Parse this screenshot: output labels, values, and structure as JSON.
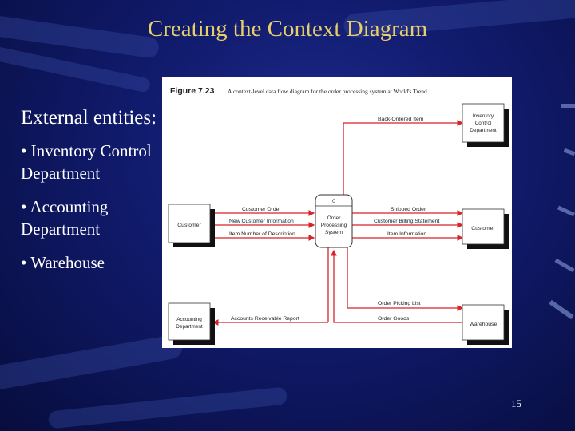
{
  "slide": {
    "title": "Creating the Context Diagram",
    "page_number": "15"
  },
  "bullets": {
    "heading": "External entities:",
    "items": [
      "• Inventory Control Department",
      "• Accounting Department",
      "• Warehouse"
    ]
  },
  "figure": {
    "caption_label": "Figure 7.23",
    "caption_text": "A context-level data flow diagram for the order processing system at World's Trend.",
    "process": {
      "id": "0",
      "name_lines": [
        "Order",
        "Processing",
        "System"
      ]
    },
    "entities": {
      "inventory": [
        "Inventory",
        "Control",
        "Department"
      ],
      "customer_left": [
        "Customer"
      ],
      "customer_right": [
        "Customer"
      ],
      "accounting": [
        "Accounting",
        "Department"
      ],
      "warehouse": [
        "Warehouse"
      ]
    },
    "flows": {
      "back_ordered": "Back-Ordered Item",
      "customer_order": "Customer Order",
      "new_customer_info": "New Customer Information",
      "item_number": "Item Number of Description",
      "shipped_order": "Shipped Order",
      "billing_statement": "Customer Billing Statement",
      "item_information": "Item Information",
      "order_picking": "Order Picking List",
      "order_goods": "Order Goods",
      "accounts_receivable": "Accounts Receivable Report"
    },
    "colors": {
      "flow": "#d8232a",
      "box_shadow": "#111111"
    }
  }
}
